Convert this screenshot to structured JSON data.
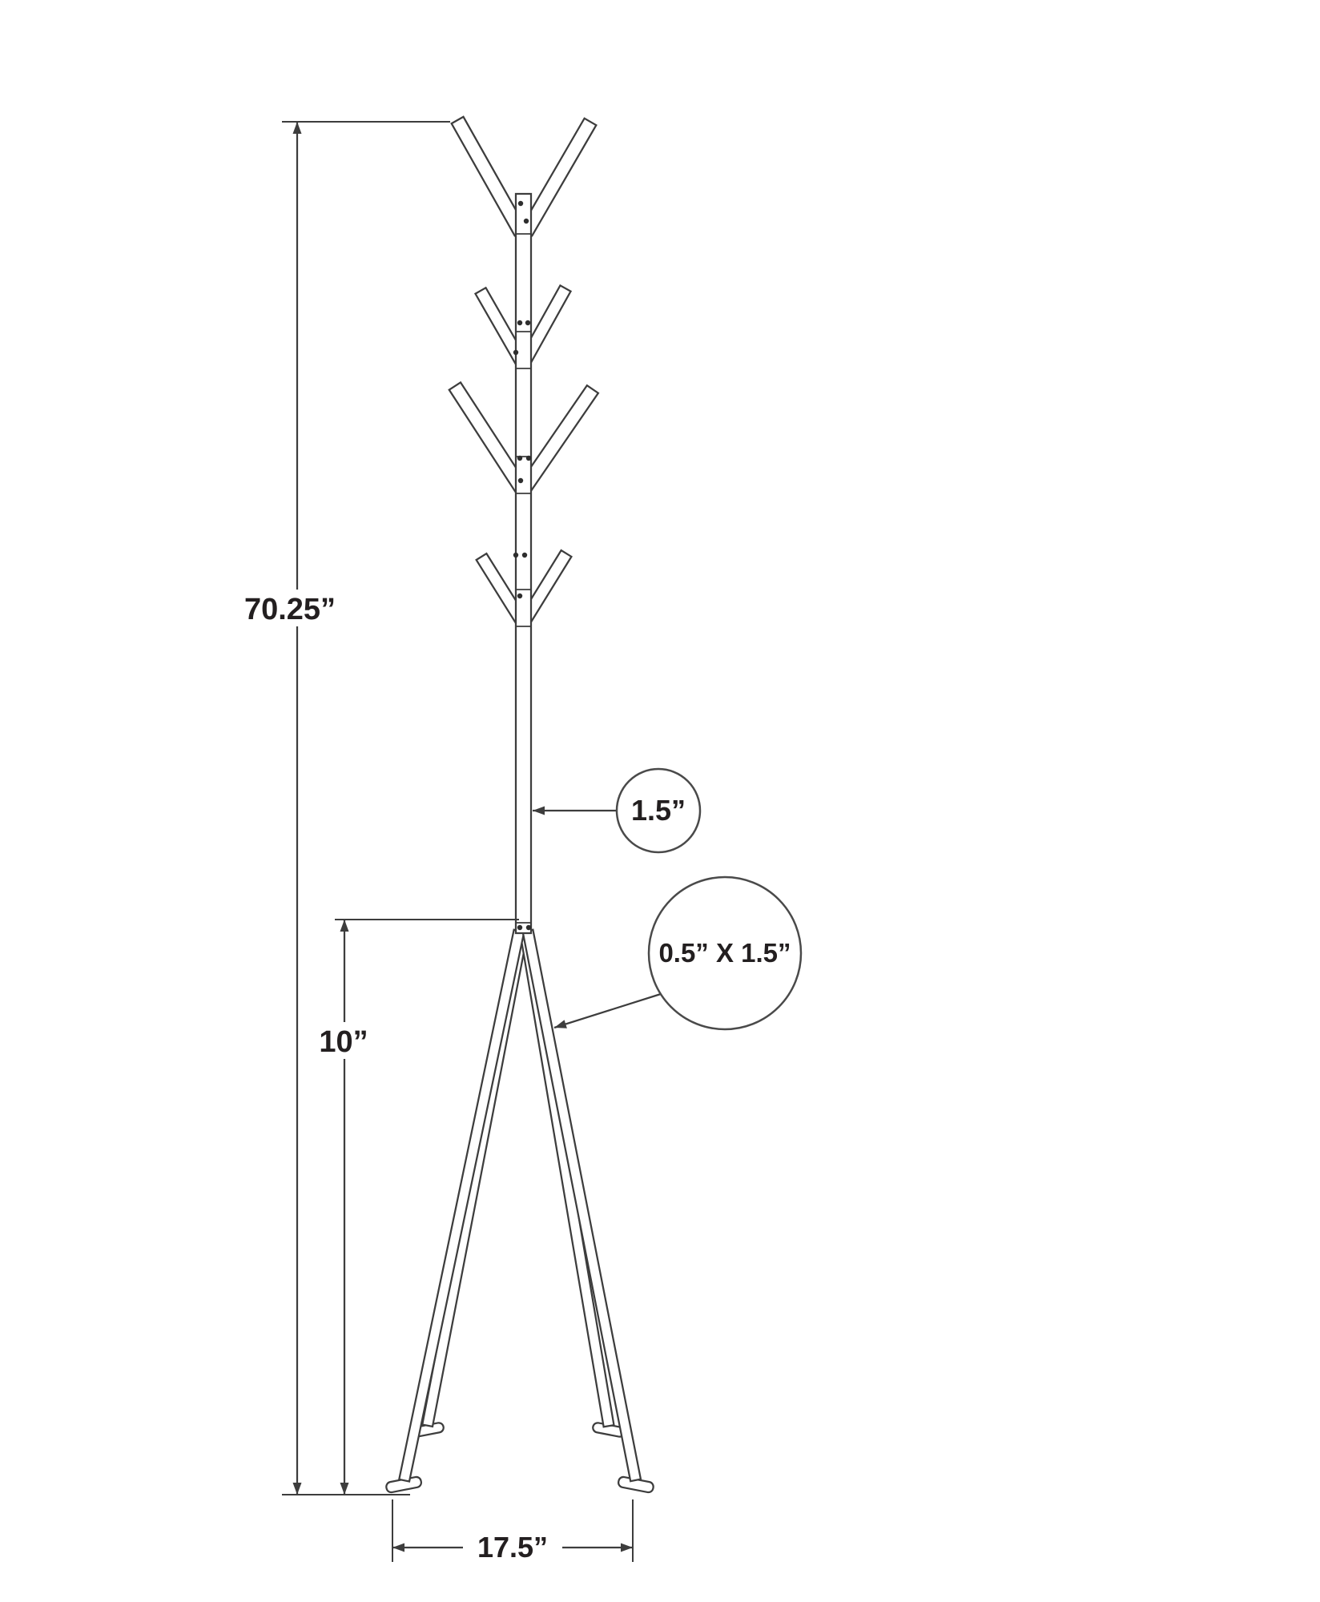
{
  "diagram": {
    "name": "Coat rack dimension drawing",
    "labels": {
      "overall_height": "70.25”",
      "pole_width": "1.5”",
      "leg_cross_section": "0.5” X 1.5”",
      "base_height": "10”",
      "base_width": "17.5”"
    },
    "colors": {
      "line": "#3d3d3d",
      "text": "#231f20",
      "background": "#ffffff"
    }
  }
}
